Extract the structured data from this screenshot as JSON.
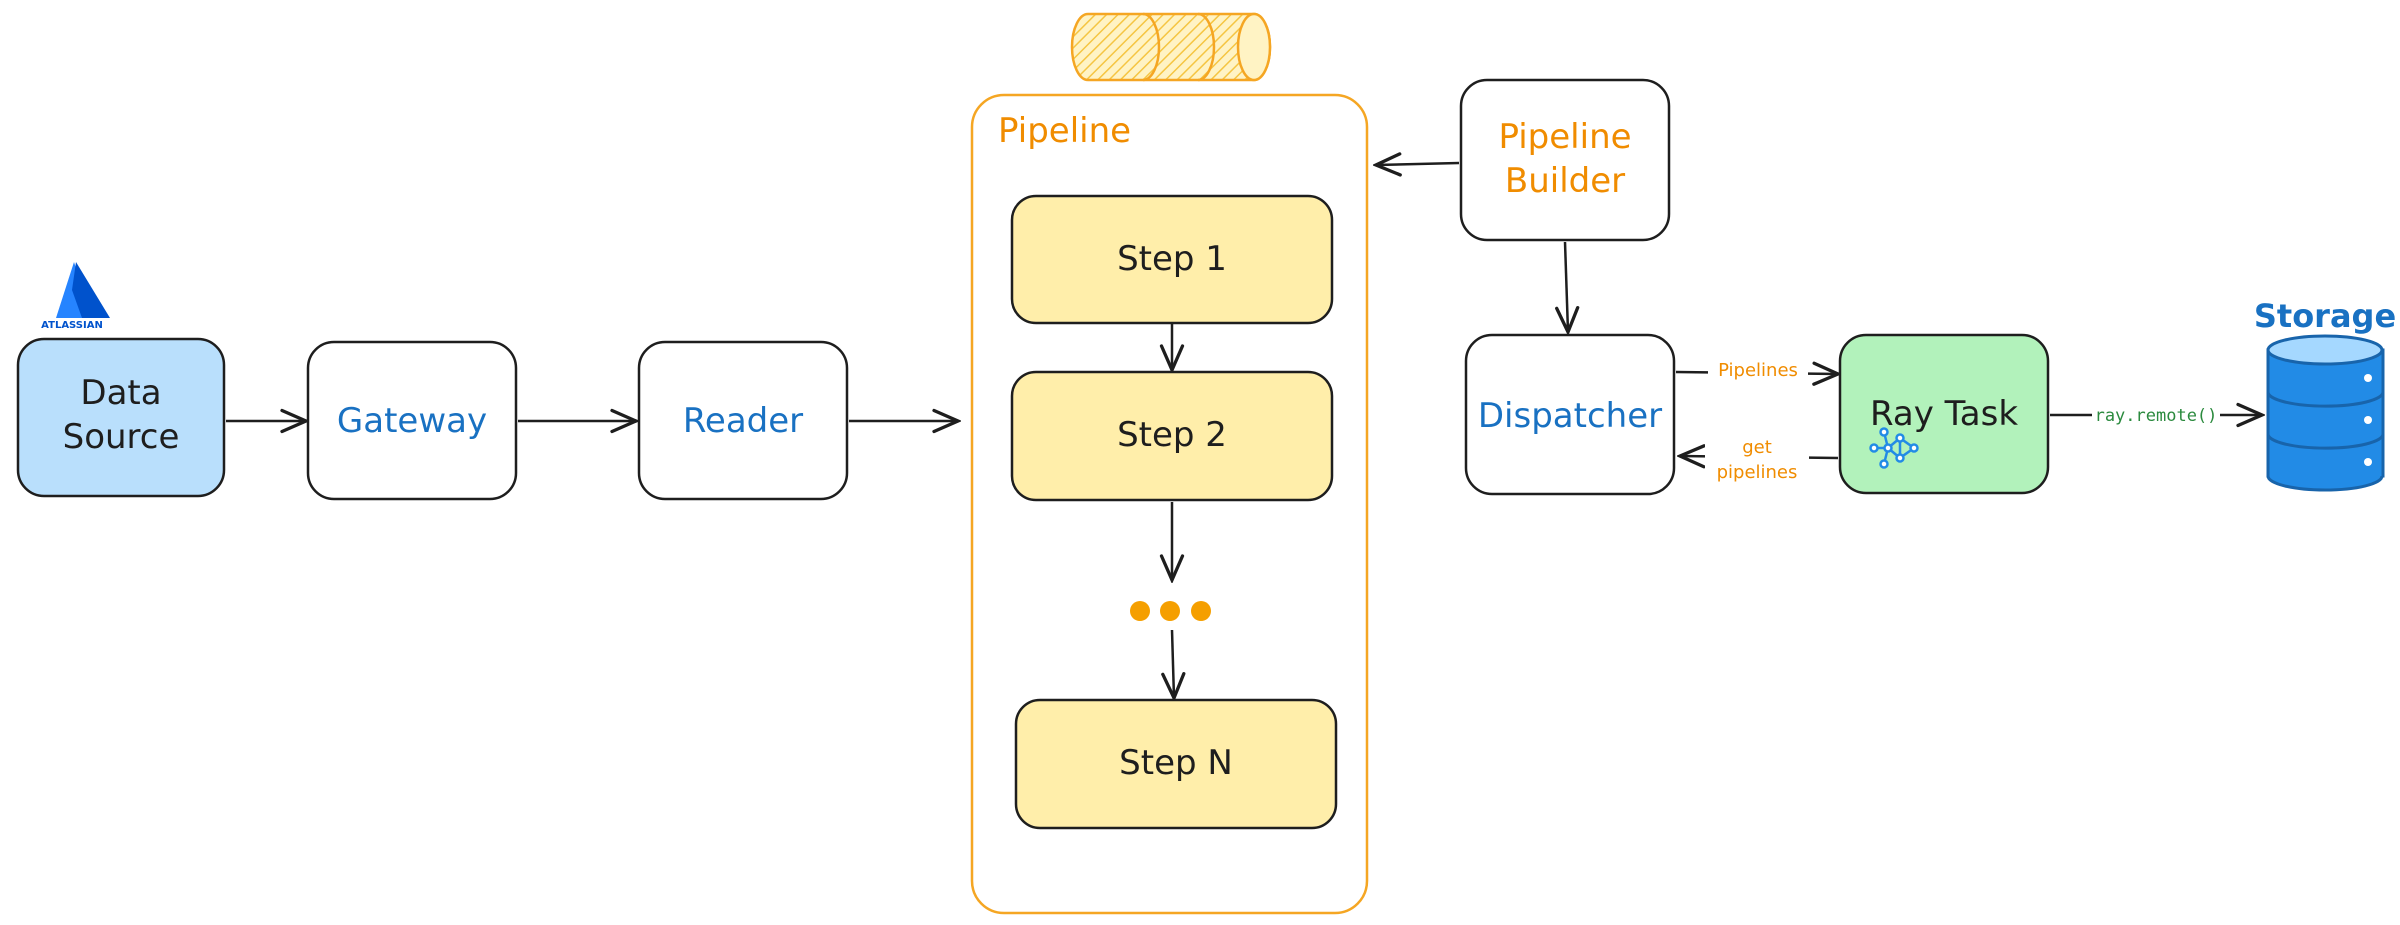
{
  "colors": {
    "data_source_fill": "#b9dffc",
    "step_fill": "#ffeeaa",
    "ray_task_fill": "#b2f2bb",
    "pipeline_border": "#f5a623",
    "blue_text": "#1971c2",
    "orange_text": "#f08c00",
    "green_text": "#2b8a3e",
    "storage_blue": "#228be6",
    "atlassian_blue": "#2684ff"
  },
  "logo": {
    "text": "ATLASSIAN",
    "icon": "atlassian-logo-icon"
  },
  "nodes": {
    "data_source": {
      "line1": "Data",
      "line2": "Source"
    },
    "gateway": {
      "label": "Gateway"
    },
    "reader": {
      "label": "Reader"
    },
    "pipeline": {
      "title": "Pipeline",
      "icon": "cylinder-queue-icon"
    },
    "step1": {
      "label": "Step 1"
    },
    "step2": {
      "label": "Step 2"
    },
    "stepN": {
      "label": "Step N"
    },
    "pipeline_builder": {
      "line1": "Pipeline",
      "line2": "Builder"
    },
    "dispatcher": {
      "label": "Dispatcher"
    },
    "ray_task": {
      "label": "Ray Task",
      "icon": "ray-logo-icon"
    },
    "storage": {
      "label": "Storage",
      "icon": "database-icon"
    }
  },
  "edges": {
    "pipelines": "Pipelines",
    "get_pipelines_line1": "get",
    "get_pipelines_line2": "pipelines",
    "ray_remote": "ray.remote()"
  }
}
